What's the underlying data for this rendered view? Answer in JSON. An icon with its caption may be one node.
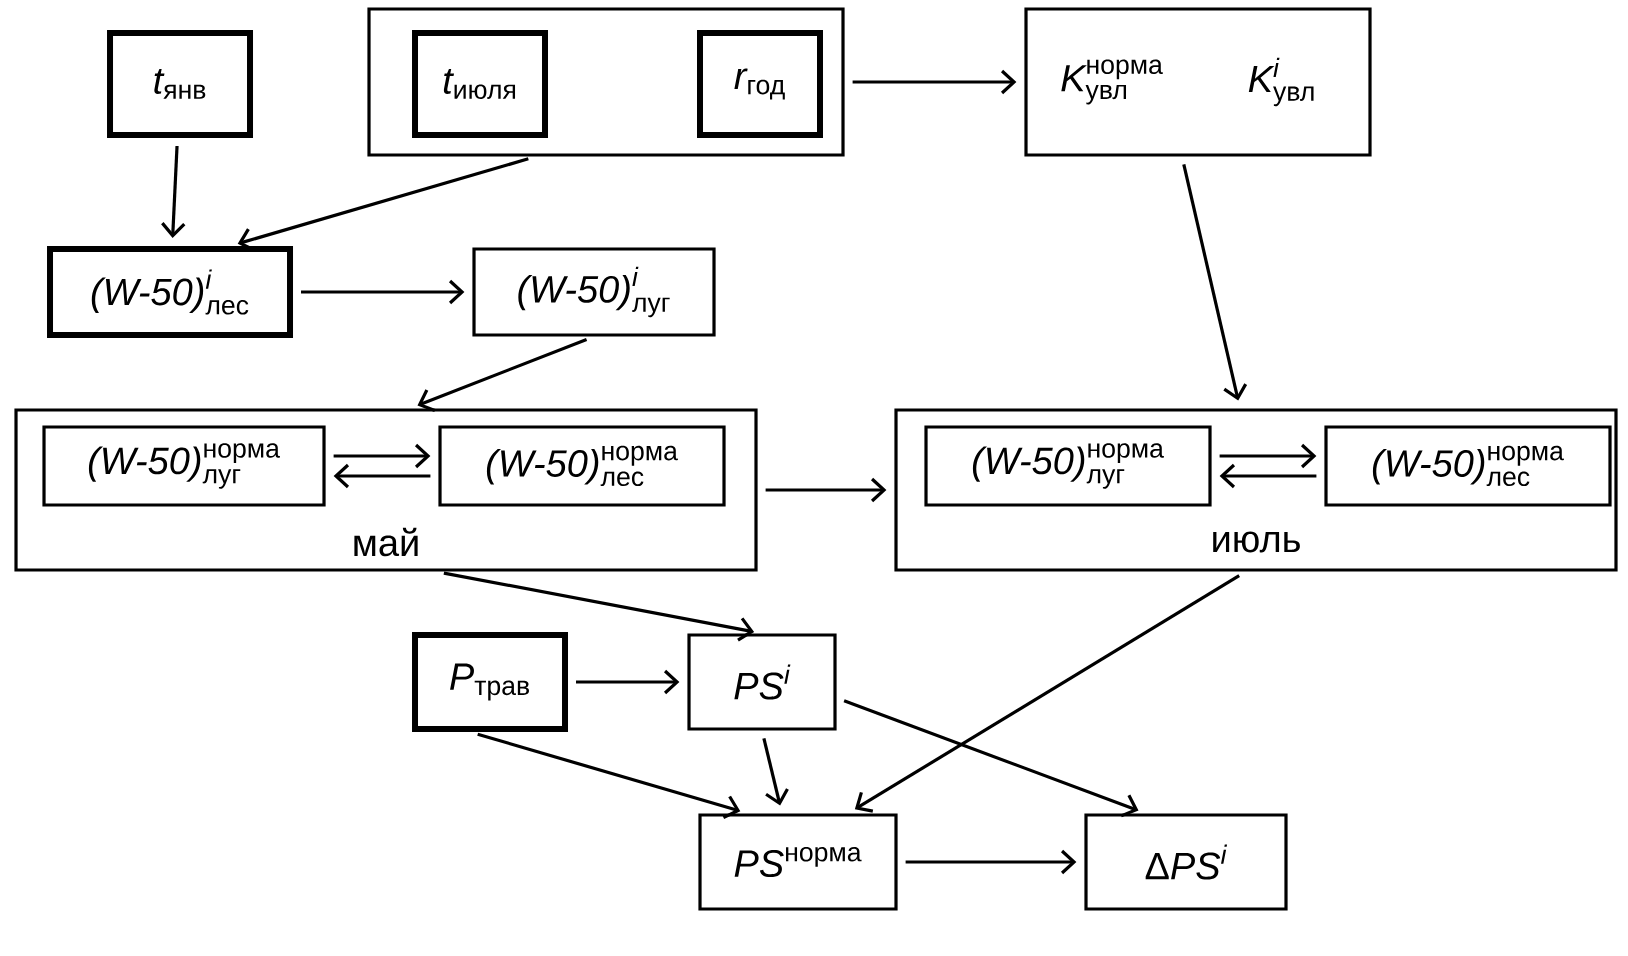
{
  "diagram": {
    "nodes": [
      {
        "text": [
          "\\textit{t}_{\\text{янв}}"
        ]
      },
      {
        "text": [],
        "shape": "box"
      },
      {
        "text": [
          "\\textit{t}_{\\text{июля}}"
        ],
        "in": 1
      },
      {
        "text": [
          "\\textit{r}_{\\text{год}}"
        ],
        "in": 1
      },
      {
        "text": [
          "\\textit{K}^{\\text{норма}}_{\\text{увл}}",
          "\\textit{K}^{\\textit{i}}_{\\text{увл}}"
        ]
      },
      {
        "text": [
          "\\textit{(W-50)}^{\\textit{i}}_{\\text{лес}}"
        ]
      },
      {
        "text": [
          "\\textit{(W-50)}^{\\textit{i}}_{\\text{луг}}"
        ]
      },
      {
        "text": [
          "май"
        ]
      },
      {
        "text": [
          "\\textit{(W-50)}^{\\text{норма}}_{\\text{луг}}"
        ],
        "in": 7
      },
      {
        "text": [
          "\\textit{(W-50)}^{\\text{норма}}_{\\text{лес}}"
        ],
        "in": 7
      },
      {
        "text": [
          "июль"
        ]
      },
      {
        "text": [
          "\\textit{(W-50)}^{\\text{норма}}_{\\text{луг}}"
        ],
        "in": 10
      },
      {
        "text": [
          "\\textit{(W-50)}^{\\text{норма}}_{\\text{лес}}"
        ],
        "in": 10
      },
      {
        "text": [
          "\\textit{P}_{\\text{трав}}"
        ]
      },
      {
        "text": [
          "\\textit{PS}^{\\textit{i}}"
        ]
      },
      {
        "text": [
          "\\textit{PS}^{\\text{норма}}"
        ]
      },
      {
        "text": [
          "\\text{Δ}\\textit{PS}^{\\textit{i}}"
        ]
      }
    ],
    "edges": [
      {
        "from": 0,
        "to": 5,
        "arrow": "to"
      },
      {
        "from": 1,
        "to": 5,
        "arrow": "to"
      },
      {
        "from": 1,
        "to": 4,
        "arrow": "to"
      },
      {
        "from": 5,
        "to": 6,
        "arrow": "to"
      },
      {
        "from": 6,
        "to": 7,
        "arrow": "to"
      },
      {
        "from": 4,
        "to": 10,
        "arrow": "to"
      },
      {
        "from": 8,
        "to": 9,
        "arrow": "to"
      },
      {
        "from": 9,
        "to": 8,
        "arrow": "to"
      },
      {
        "from": 11,
        "to": 12,
        "arrow": "to"
      },
      {
        "from": 12,
        "to": 11,
        "arrow": "to"
      },
      {
        "from": 7,
        "to": 10,
        "arrow": "to"
      },
      {
        "from": 7,
        "to": 14,
        "arrow": "to"
      },
      {
        "from": 13,
        "to": 14,
        "arrow": "to"
      },
      {
        "from": 13,
        "to": 15,
        "arrow": "to"
      },
      {
        "from": 14,
        "to": 15,
        "arrow": "to"
      },
      {
        "from": 10,
        "to": 15,
        "arrow": "to"
      },
      {
        "from": 14,
        "to": 16,
        "arrow": "to"
      },
      {
        "from": 15,
        "to": 16,
        "arrow": "to"
      }
    ]
  }
}
